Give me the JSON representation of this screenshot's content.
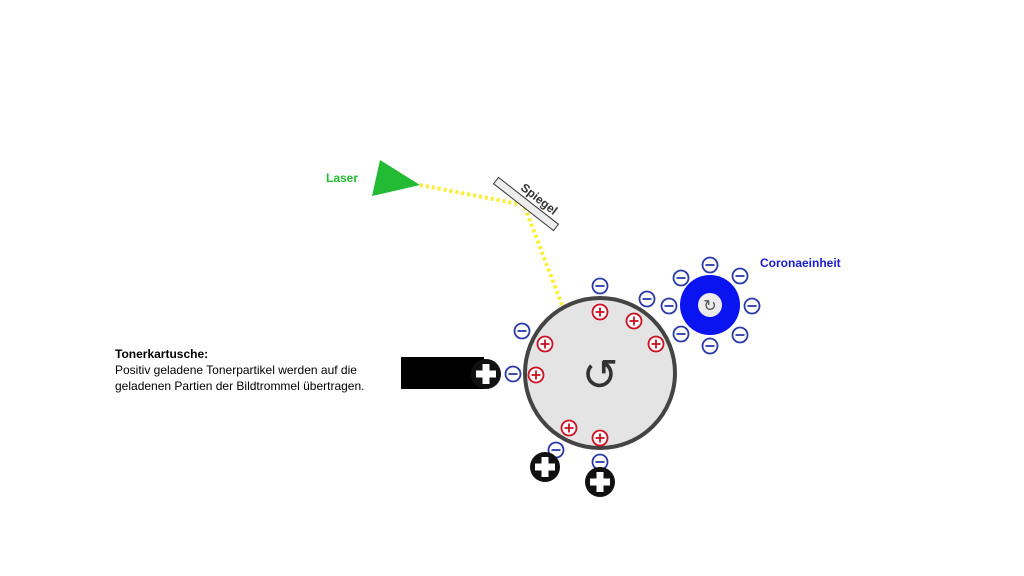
{
  "labels": {
    "laser": "Laser",
    "mirror": "Spiegel",
    "corona": "Coronaeinheit",
    "toner_title": "Tonerkartusche:",
    "toner_line1": "Positiv geladene Tonerpartikel werden auf die",
    "toner_line2": "geladenen Partien der Bildtrommel übertragen."
  },
  "symbols": {
    "rotate": "↺",
    "rotate_small": "↻"
  },
  "colors": {
    "laser": "#22bb33",
    "laser_beam": "#ffee33",
    "corona": "#0a14f0",
    "corona_label": "#1a1ad0",
    "negative": "#2a3aa8",
    "positive": "#cc1122",
    "drum_fill": "#e4e4e4",
    "drum_stroke": "#444444"
  }
}
